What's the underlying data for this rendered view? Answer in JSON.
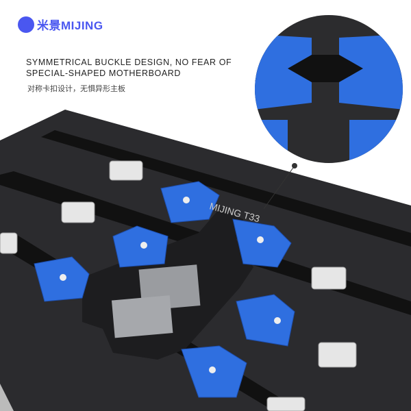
{
  "brand": {
    "logo_text": "米景MIJING",
    "color": "#4a57f0"
  },
  "headline": {
    "line1": "SYMMETRICAL BUCKLE DESIGN, NO FEAR OF",
    "line2": "SPECIAL-SHAPED MOTHERBOARD"
  },
  "subtitle": "对称卡扣设计，无惧异形主板",
  "product": {
    "plate_marking": "MIJING T33",
    "clamp_color": "#2f6fe0",
    "plate_color": "#2a2a2c"
  }
}
